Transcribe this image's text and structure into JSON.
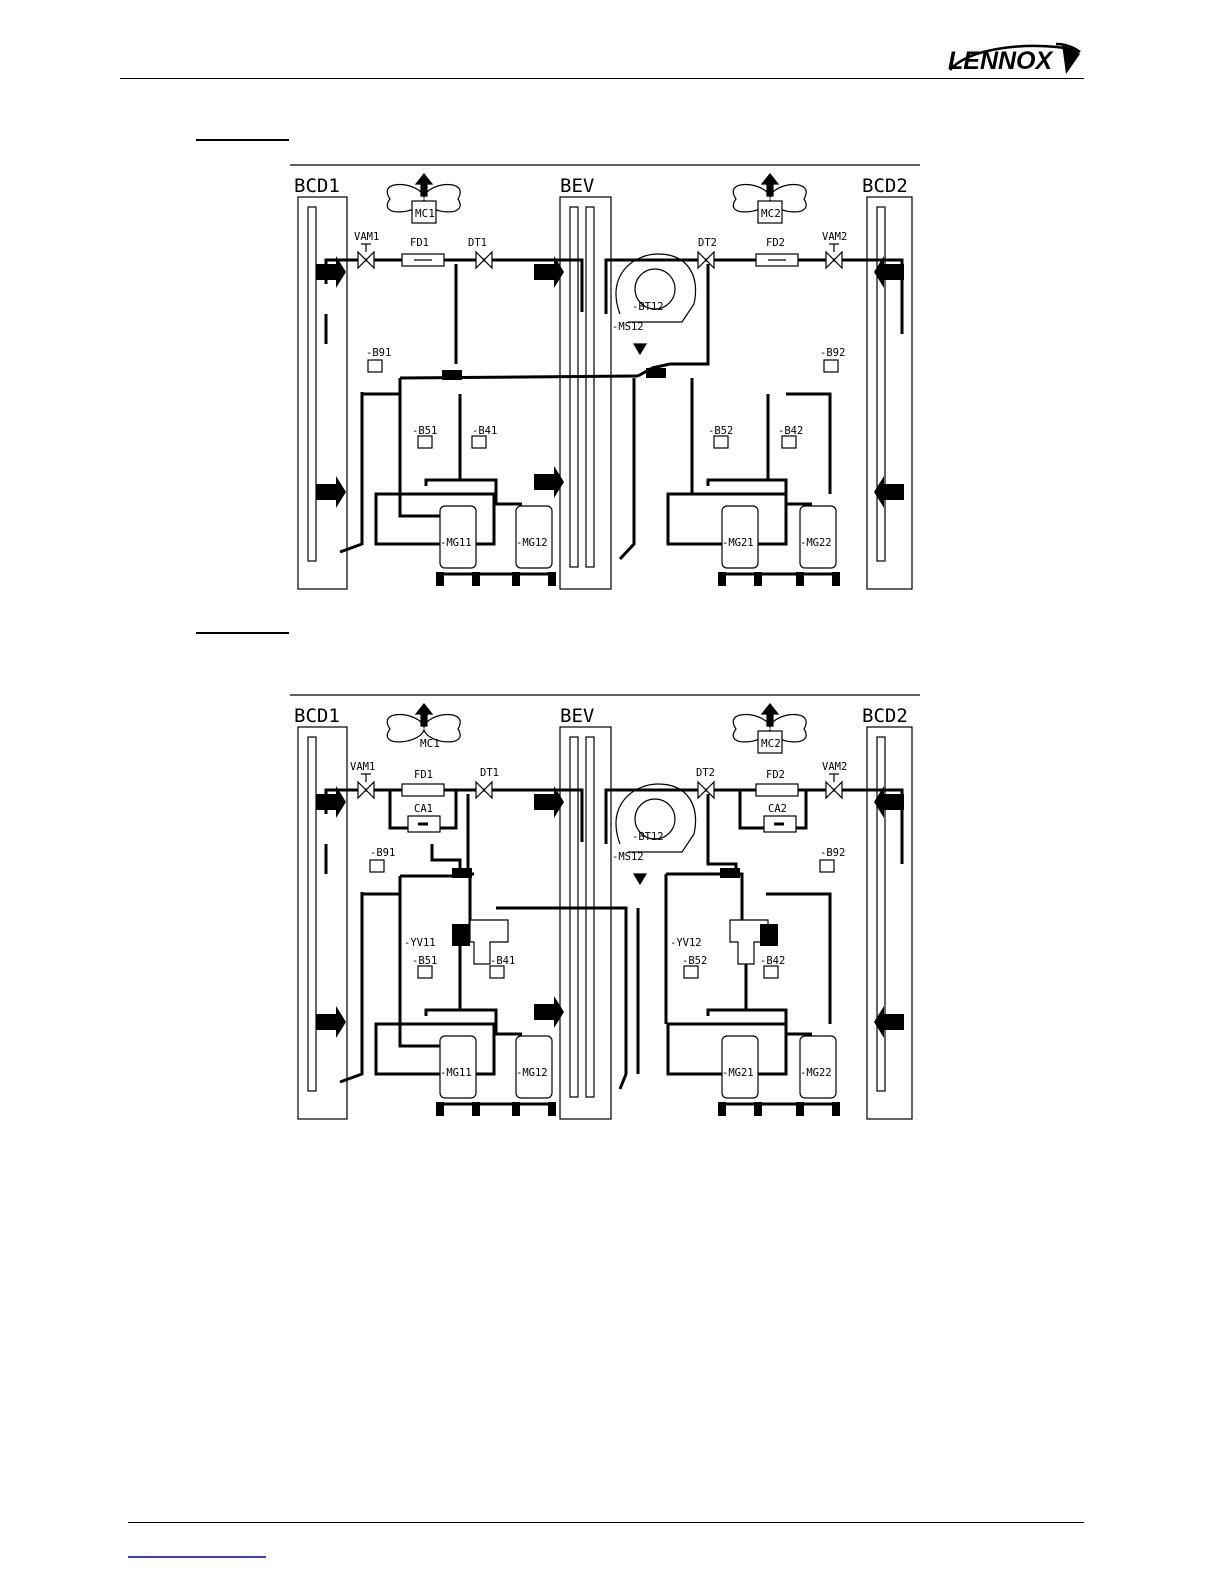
{
  "header": {
    "logo_text": "LENNOX"
  },
  "diagram1": {
    "labels": {
      "bcd1": "BCD1",
      "bev": "BEV",
      "bcd2": "BCD2",
      "mc1": "MC1",
      "mc2": "MC2",
      "vam1": "VAM1",
      "fd1": "FD1",
      "dt1": "DT1",
      "dt2": "DT2",
      "fd2": "FD2",
      "vam2": "VAM2",
      "bt12": "-BT12",
      "ms12": "-MS12",
      "b91": "-B91",
      "b92": "-B92",
      "b51": "-B51",
      "b41": "-B41",
      "b52": "-B52",
      "b42": "-B42",
      "mg11": "-MG11",
      "mg12": "-MG12",
      "mg21": "-MG21",
      "mg22": "-MG22"
    }
  },
  "diagram2": {
    "labels": {
      "bcd1": "BCD1",
      "bev": "BEV",
      "bcd2": "BCD2",
      "mc1": "MC1",
      "mc2": "MC2",
      "vam1": "VAM1",
      "fd1": "FD1",
      "dt1": "DT1",
      "dt2": "DT2",
      "fd2": "FD2",
      "vam2": "VAM2",
      "ca1": "CA1",
      "ca2": "CA2",
      "bt12": "-BT12",
      "ms12": "-MS12",
      "b91": "-B91",
      "b92": "-B92",
      "yv11": "-YV11",
      "yv12": "-YV12",
      "b51": "-B51",
      "b41": "-B41",
      "b52": "-B52",
      "b42": "-B42",
      "mg11": "-MG11",
      "mg12": "-MG12",
      "mg21": "-MG21",
      "mg22": "-MG22"
    }
  }
}
